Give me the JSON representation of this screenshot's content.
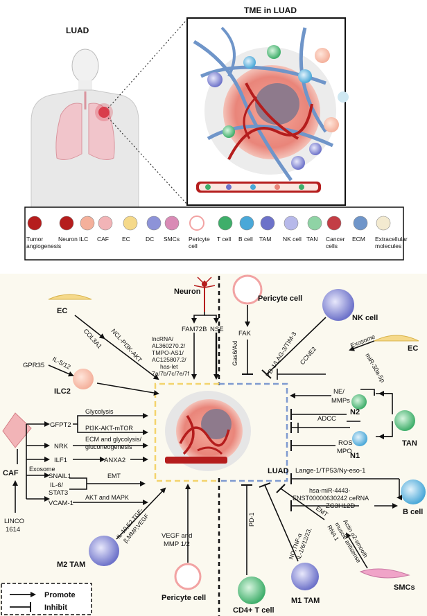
{
  "top": {
    "luad_label": "LUAD",
    "tme_title": "TME in LUAD"
  },
  "legend_cells": [
    "Tumor angiogenesis",
    "Neuron",
    "ILC",
    "CAF",
    "EC",
    "DC",
    "SMCs",
    "Pericyte cell",
    "T cell",
    "B cell",
    "TAM",
    "NK cell",
    "TAN",
    "Cancer cells",
    "ECM",
    "Extracellular molecules"
  ],
  "center_label": "LUAD",
  "cells": {
    "neuron": "Neuron",
    "pericyte_top": "Pericyte cell",
    "ec_left": "EC",
    "nk": "NK cell",
    "ec_right": "EC",
    "ilc2": "ILC2",
    "n2": "N2",
    "tan": "TAN",
    "n1": "N1",
    "caf": "CAF",
    "b_cell": "B cell",
    "m2_tam": "M2 TAM",
    "pericyte_bottom": "Pericyte cell",
    "cd4": "CD4+ T cell",
    "m1_tam": "M1  TAM",
    "smcs": "SMCs"
  },
  "labels": {
    "col3a1": "COL3A1",
    "ncl": "NCL-PI3K-AKT",
    "fam72b": "FAM72B",
    "nse": "NSE",
    "lncrna": [
      "lncRNA/",
      "AL360270.2/",
      "TMPO-AS1/",
      "AC125807.2/",
      "has-let",
      "7a/7b/7c/7e/7f"
    ],
    "fak": "FAK",
    "gas6": "Gas6/Axl",
    "pd1_lag": "PD-1/LAG-3/TIM-3",
    "exosome_right": "Exosome",
    "mir30a": "miR-30a-5p",
    "ccne2": "CCNE2",
    "gpr35": "GPR35",
    "il512": "IL-5/12",
    "ne_mmps": [
      "NE/",
      "MMPs"
    ],
    "adcc": "ADCC",
    "ros_mpo": [
      "ROS",
      "MPO"
    ],
    "gfpt2": "GFPT2",
    "glycolysis": "Glycolysis",
    "pi3k_mtor": "PI3K-AKT-mTOR",
    "nrk": "NRK",
    "ecm_gly": [
      "ECM and glycolysis/",
      "gluconeogenesis"
    ],
    "ilf1": "ILF1",
    "anxa2": "ANXA2",
    "exosome_left": "Exosome",
    "snail1": "SNAIL1",
    "emt_left": "EMT",
    "il6": [
      "IL-6/",
      "STAT3"
    ],
    "vcam1": "VCAM-1",
    "akt_mapk": "AKT and MAPK",
    "linc": [
      "LINCO",
      "1614"
    ],
    "lange": "Lange-1/TP53/Ny-eso-1",
    "hsa_mir": [
      "hsa-miR-4443-",
      "ENST00000630242 ceRNA"
    ],
    "zc3h12d": "ZC3H12D",
    "il10": [
      "IL-10,E2,TGF-",
      "β,MMP,VEGF"
    ],
    "vegf": [
      "VEGF and",
      "MMP 1/2"
    ],
    "pd1": "PD-1",
    "il1": [
      "IL-1/6/12/23,",
      "NO,TNF-α"
    ],
    "emt_right": "EMT",
    "actin": [
      "Actin α2-smooth",
      "muscle antisense",
      "RNA 1"
    ]
  },
  "legend_key": {
    "promote": "Promote",
    "inhibit": "Inhibit"
  },
  "colors": {
    "tumor": "#e9857a",
    "tumor_core": "#8e7a8c",
    "vessel": "#b51d1d",
    "ecm_blue": "#6f95c9",
    "panel_bg": "#fbf9ef",
    "yellow_dash": "#f3d36c",
    "blue_dash": "#7e9ad0"
  }
}
